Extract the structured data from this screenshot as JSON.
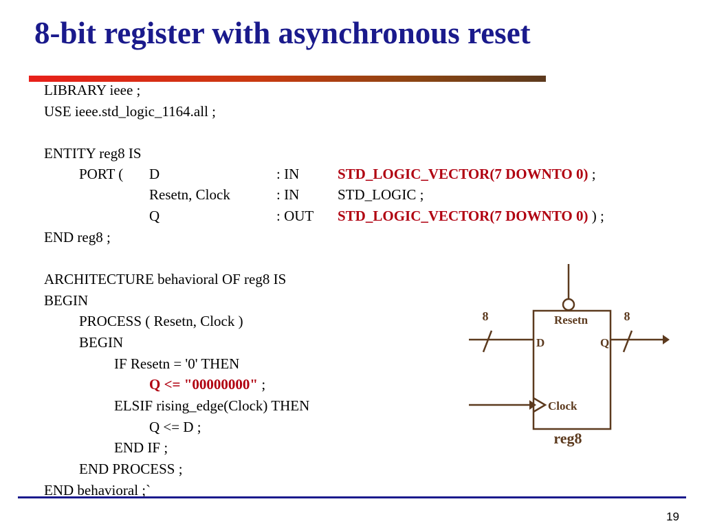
{
  "slide": {
    "title": "8-bit register with asynchronous reset",
    "page_number": "19"
  },
  "colors": {
    "title": "#1a1a8c",
    "highlight": "#b00010",
    "diagram": "#5c3a1e",
    "rule": "#1a1a8c"
  },
  "code": {
    "lib": "LIBRARY ieee ;",
    "use": "USE ieee.std_logic_1164.all ;",
    "entity": "ENTITY reg8 IS",
    "port_open": "PORT (",
    "port_d_name": "D",
    "port_d_dir": ": IN",
    "port_d_type": "STD_LOGIC_VECTOR(7 DOWNTO 0)",
    "port_d_end": " ;",
    "port_rc_name": "Resetn, Clock",
    "port_rc_dir": ": IN",
    "port_rc_type": "STD_LOGIC ;",
    "port_q_name": "Q",
    "port_q_dir": ": OUT",
    "port_q_type": "STD_LOGIC_VECTOR(7 DOWNTO 0)",
    "port_q_end": " ) ;",
    "end_entity": "END reg8 ;",
    "arch": "ARCHITECTURE behavioral OF reg8 IS",
    "begin1": "BEGIN",
    "process": "PROCESS ( Resetn, Clock )",
    "begin2": "BEGIN",
    "if_reset": "IF Resetn = '0' THEN",
    "assign_zero": "Q <= \"00000000\"",
    "assign_zero_end": " ;",
    "elsif": "ELSIF rising_edge(Clock) THEN",
    "assign_d": "Q <= D ;",
    "end_if": "END IF ;",
    "end_process": "END PROCESS ;",
    "end_arch": "END behavioral ;`"
  },
  "diagram": {
    "width_left": "8",
    "width_right": "8",
    "resetn_label": "Resetn",
    "d_label": "D",
    "q_label": "Q",
    "clock_label": "Clock",
    "block_name": "reg8"
  }
}
